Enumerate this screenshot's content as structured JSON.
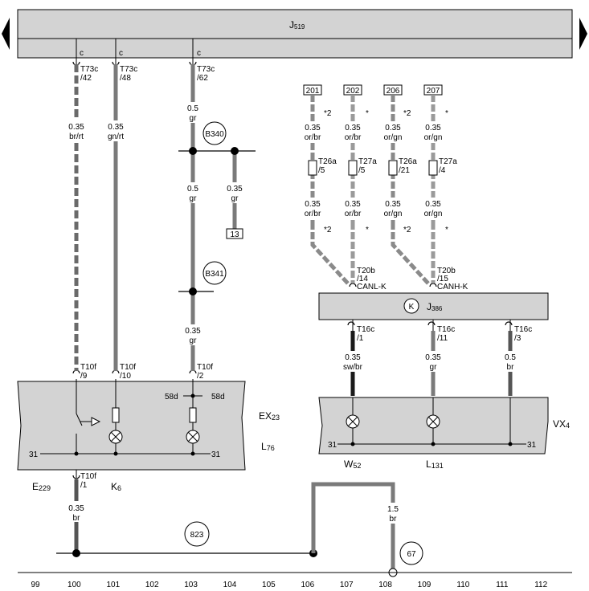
{
  "components": {
    "J519": {
      "code": "J",
      "sub": "519"
    },
    "J386": {
      "code": "J",
      "sub": "386",
      "badge": "K"
    },
    "EX23": {
      "code": "EX",
      "sub": "23"
    },
    "L76": {
      "code": "L",
      "sub": "76"
    },
    "E229": {
      "code": "E",
      "sub": "229"
    },
    "K6": {
      "code": "K",
      "sub": "6"
    },
    "VX4": {
      "code": "VX",
      "sub": "4"
    },
    "W52": {
      "code": "W",
      "sub": "52"
    },
    "L131": {
      "code": "L",
      "sub": "131"
    }
  },
  "pins": {
    "c": "c",
    "T73c": "T73c",
    "p42": "/42",
    "p48": "/48",
    "p62": "/62",
    "T10f": "T10f",
    "p9": "/9",
    "p10": "/10",
    "p2": "/2",
    "p1": "/1",
    "p58d": "58d",
    "p31": "31",
    "T26a": "T26a",
    "T27a": "T27a",
    "p5": "/5",
    "p21": "/21",
    "p4": "/4",
    "T20b": "T20b",
    "p14": "/14",
    "p15": "/15",
    "CANL": "CANL-K",
    "CANH": "CANH-K",
    "T16c": "T16c",
    "p11": "/11",
    "p3": "/3"
  },
  "wires": {
    "w1": {
      "size": "0.35",
      "color": "br/rt"
    },
    "w2": {
      "size": "0.35",
      "color": "gn/rt"
    },
    "w3": {
      "size": "0.5",
      "color": "gr"
    },
    "w4": {
      "size": "0.5",
      "color": "gr"
    },
    "w5": {
      "size": "0.35",
      "color": "gr"
    },
    "w6": {
      "size": "0.35",
      "color": "gr"
    },
    "w7": {
      "size": "0.35",
      "color": "br"
    },
    "w8": {
      "size": "1.5",
      "color": "br"
    },
    "w9": {
      "size": "0.35",
      "color": "sw/br"
    },
    "w10": {
      "size": "0.35",
      "color": "gr"
    },
    "w11": {
      "size": "0.5",
      "color": "br"
    },
    "c1": {
      "size": "0.35",
      "color": "or/br"
    },
    "c2": {
      "size": "0.35",
      "color": "or/br"
    },
    "c3": {
      "size": "0.35",
      "color": "or/gn"
    },
    "c4": {
      "size": "0.35",
      "color": "or/gn"
    }
  },
  "connections": {
    "B340": "B340",
    "B341": "B341",
    "c823": "823",
    "c67": "67"
  },
  "refs": {
    "r13": "13",
    "r201": "201",
    "r202": "202",
    "r206": "206",
    "r207": "207"
  },
  "marks": {
    "star": "*",
    "star2": "*2"
  },
  "ruler": [
    "99",
    "100",
    "101",
    "102",
    "103",
    "104",
    "105",
    "106",
    "107",
    "108",
    "109",
    "110",
    "111",
    "112"
  ]
}
